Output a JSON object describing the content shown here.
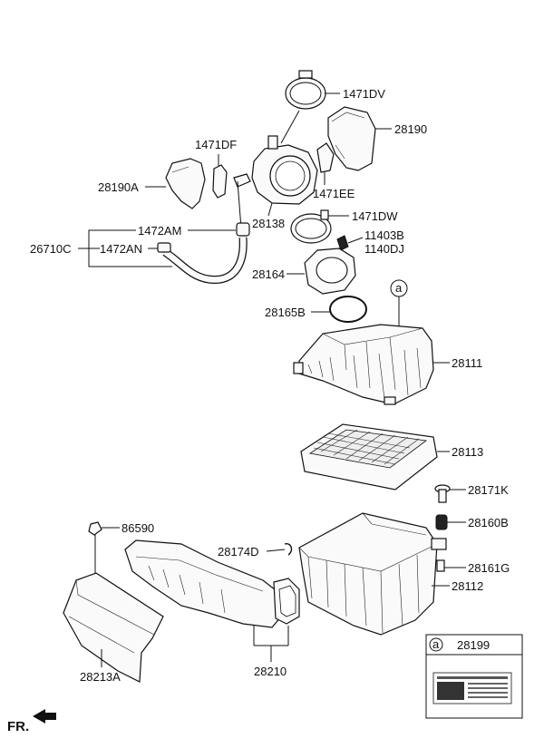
{
  "labels": {
    "p1471DV": "1471DV",
    "p28190": "28190",
    "p1471DF": "1471DF",
    "p28190A": "28190A",
    "p1471EE": "1471EE",
    "p28138": "28138",
    "p1471DW": "1471DW",
    "p1472AM": "1472AM",
    "p26710C": "26710C",
    "p1472AN": "1472AN",
    "p11403B": "11403B",
    "p1140DJ": "1140DJ",
    "p28164": "28164",
    "p28165B": "28165B",
    "p28111": "28111",
    "p28113": "28113",
    "p28171K": "28171K",
    "p86590": "86590",
    "p28160B": "28160B",
    "p28174D": "28174D",
    "p28161G": "28161G",
    "p28112": "28112",
    "p28210": "28210",
    "p28213A": "28213A",
    "p28199": "28199"
  },
  "callout": {
    "letter": "a",
    "legend_letter": "a"
  },
  "footer": {
    "front_marker": "FR."
  }
}
